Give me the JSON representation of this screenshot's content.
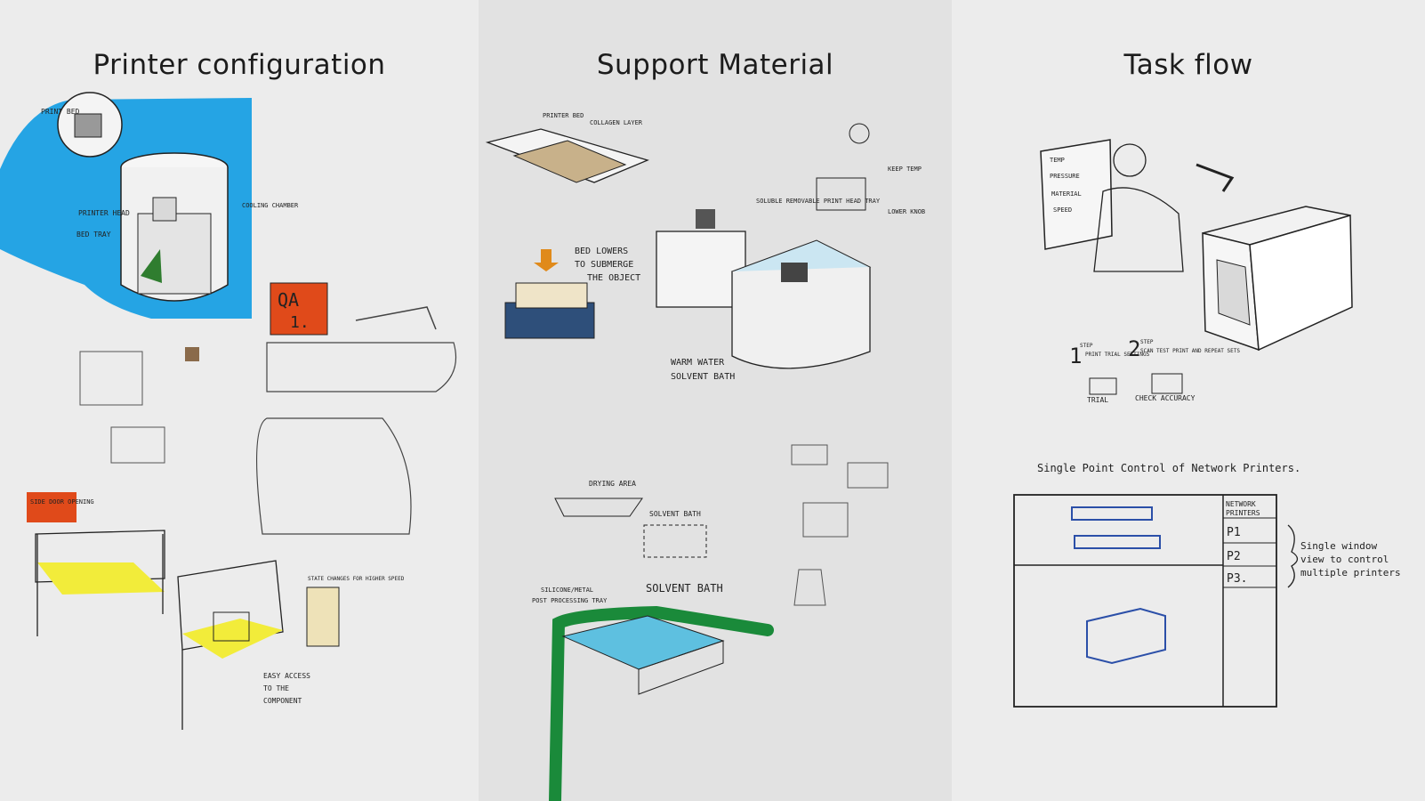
{
  "panels": [
    {
      "title": "Printer configuration",
      "notes": {
        "print_bed": "PRINT BED",
        "printer_head": "PRINTER HEAD",
        "bed_tray": "BED TRAY",
        "cooling_chamber": "COOLING CHAMBER",
        "qa": "QA",
        "qa_num": "1.",
        "side_door": "SIDE DOOR OPENING",
        "easy_access": "EASY ACCESS",
        "to_the": "TO THE",
        "component": "COMPONENT",
        "state_changes": "STATE CHANGES FOR HIGHER SPEED"
      }
    },
    {
      "title": "Support Material",
      "notes": {
        "printer_bed": "PRINTER BED",
        "collagen_layer": "COLLAGEN LAYER",
        "keep_temp": "KEEP TEMP",
        "lower_knob": "LOWER KNOB",
        "soluble_tray": "SOLUBLE REMOVABLE PRINT HEAD TRAY",
        "bed_lowers_1": "BED LOWERS",
        "bed_lowers_2": "TO SUBMERGE",
        "bed_lowers_3": "THE OBJECT",
        "warm_water": "WARM WATER",
        "solvent_bath": "SOLVENT BATH",
        "drying_area": "DRYING AREA",
        "solvent_bath_2": "SOLVENT BATH",
        "solvent_bath_3": "SOLVENT BATH",
        "silicone_1": "SILICONE/METAL",
        "silicone_2": "POST PROCESSING TRAY"
      }
    },
    {
      "title": "Task flow",
      "notes": {
        "temp": "TEMP",
        "pressure": "PRESSURE",
        "material": "MATERIAL",
        "speed": "SPEED",
        "step1": "STEP",
        "step1_desc": "PRINT TRIAL SETTINGS",
        "step2": "STEP",
        "step2_desc": "SCAN TEST PRINT AND REPEAT SETS",
        "trial": "TRIAL",
        "check": "CHECK ACCURACY",
        "single_point": "Single Point Control of Network Printers.",
        "network_printers_1": "NETWORK",
        "network_printers_2": "PRINTERS",
        "p1": "P1",
        "p2": "P2",
        "p3": "P3.",
        "single_window_1": "Single window",
        "single_window_2": "view to control",
        "single_window_3": "multiple printers"
      }
    }
  ],
  "colors": {
    "blue_highlight": "#1aa0e4",
    "orange_tag": "#e04a1a",
    "yellow_fill": "#f2ec3a",
    "green_marker": "#1a8a3a",
    "ink": "#222222"
  }
}
